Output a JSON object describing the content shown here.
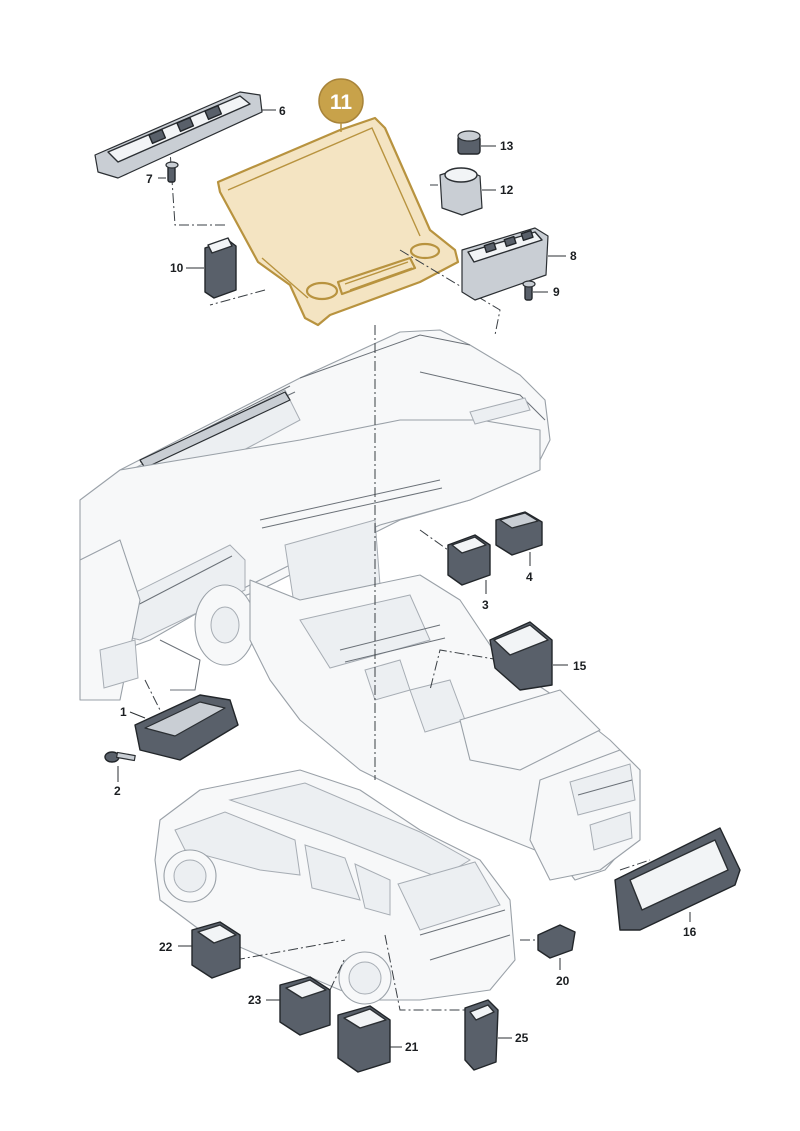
{
  "callouts": {
    "c1": "1",
    "c2": "2",
    "c3": "3",
    "c4": "4",
    "c6": "6",
    "c7": "7",
    "c8": "8",
    "c9": "9",
    "c10": "10",
    "c11": "11",
    "c12": "12",
    "c13": "13",
    "c15": "15",
    "c16": "16",
    "c20": "20",
    "c21": "21",
    "c22": "22",
    "c23": "23",
    "c25": "25"
  },
  "highlight": {
    "part": "11",
    "fill_color": "#f4e4c2",
    "outline_color": "#b8933f",
    "badge_color": "#c8a24a"
  }
}
